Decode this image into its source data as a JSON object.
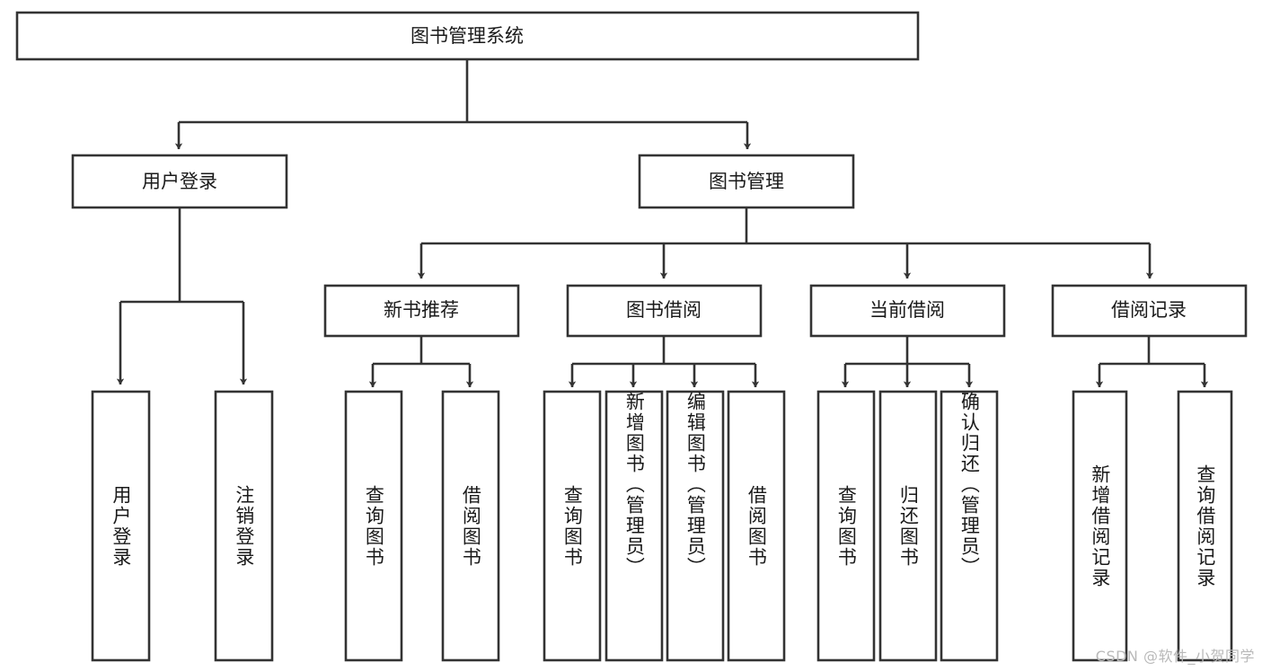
{
  "diagram": {
    "title": "图书管理系统",
    "type": "hierarchy-tree",
    "colors": {
      "stroke": "#333333",
      "box_fill": "#ffffff",
      "background": "#ffffff",
      "text": "#1a1a1a",
      "watermark": "#b9b9b9"
    },
    "root": {
      "label": "图书管理系统"
    },
    "level2": [
      {
        "id": "user-login",
        "label": "用户登录"
      },
      {
        "id": "book-manage",
        "label": "图书管理"
      }
    ],
    "level3": [
      {
        "id": "new-book-recommend",
        "label": "新书推荐",
        "parent": "book-manage"
      },
      {
        "id": "book-borrow",
        "label": "图书借阅",
        "parent": "book-manage"
      },
      {
        "id": "current-borrow",
        "label": "当前借阅",
        "parent": "book-manage"
      },
      {
        "id": "borrow-record",
        "label": "借阅记录",
        "parent": "book-manage"
      }
    ],
    "leaves": {
      "user-login": [
        {
          "id": "leaf-user-login",
          "label": "用户登录"
        },
        {
          "id": "leaf-logout",
          "label": "注销登录"
        }
      ],
      "new-book-recommend": [
        {
          "id": "leaf-query-book-1",
          "label": "查询图书"
        },
        {
          "id": "leaf-borrow-book-1",
          "label": "借阅图书"
        }
      ],
      "book-borrow": [
        {
          "id": "leaf-query-book-2",
          "label": "查询图书"
        },
        {
          "id": "leaf-add-book",
          "label": "新增图书（管理员）"
        },
        {
          "id": "leaf-edit-book",
          "label": "编辑图书（管理员）"
        },
        {
          "id": "leaf-borrow-book-2",
          "label": "借阅图书"
        }
      ],
      "current-borrow": [
        {
          "id": "leaf-query-book-3",
          "label": "查询图书"
        },
        {
          "id": "leaf-return-book",
          "label": "归还图书"
        },
        {
          "id": "leaf-confirm-return",
          "label": "确认归还（管理员）"
        }
      ],
      "borrow-record": [
        {
          "id": "leaf-add-record",
          "label": "新增借阅记录"
        },
        {
          "id": "leaf-query-record",
          "label": "查询借阅记录"
        }
      ]
    },
    "watermark": "CSDN @软件_小贺同学"
  }
}
